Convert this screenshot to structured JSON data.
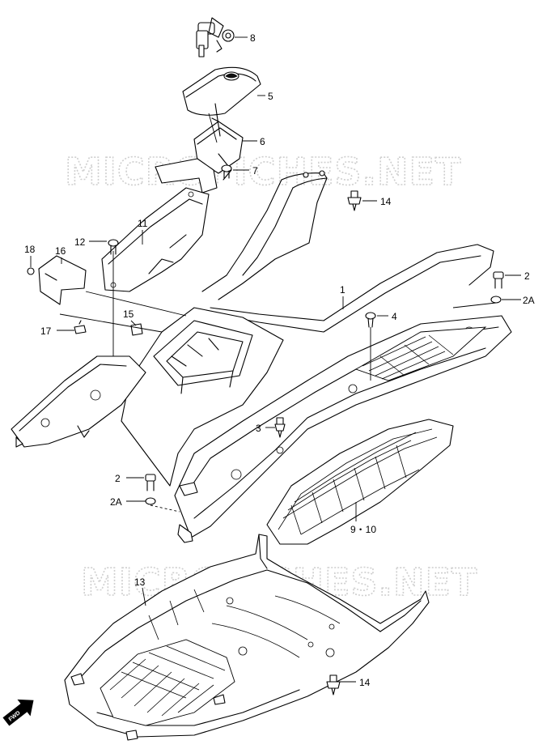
{
  "watermarks": [
    "MICROFICHES.NET",
    "MICROFICHES.NET"
  ],
  "fwd_label": "FWD",
  "callouts": [
    {
      "id": "8",
      "label": "8"
    },
    {
      "id": "5",
      "label": "5"
    },
    {
      "id": "6",
      "label": "6"
    },
    {
      "id": "7",
      "label": "7"
    },
    {
      "id": "14a",
      "label": "14"
    },
    {
      "id": "11",
      "label": "11"
    },
    {
      "id": "12",
      "label": "12"
    },
    {
      "id": "18",
      "label": "18"
    },
    {
      "id": "16",
      "label": "16"
    },
    {
      "id": "2a",
      "label": "2"
    },
    {
      "id": "2Aa",
      "label": "2A"
    },
    {
      "id": "1",
      "label": "1"
    },
    {
      "id": "15",
      "label": "15"
    },
    {
      "id": "17",
      "label": "17"
    },
    {
      "id": "4",
      "label": "4"
    },
    {
      "id": "3",
      "label": "3"
    },
    {
      "id": "2b",
      "label": "2"
    },
    {
      "id": "2Ab",
      "label": "2A"
    },
    {
      "id": "910",
      "label": "9・10"
    },
    {
      "id": "13",
      "label": "13"
    },
    {
      "id": "14b",
      "label": "14"
    }
  ]
}
